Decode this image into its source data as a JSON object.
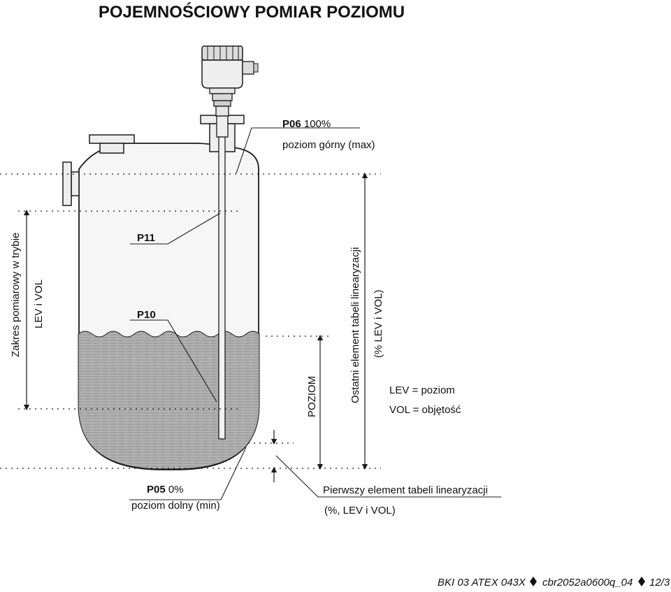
{
  "title": "POJEMNOŚCIOWY POMIAR POZIOMU",
  "labels": {
    "p06_code": "P06",
    "p06_value": "100%",
    "p06_desc": "poziom górny  (max)",
    "p11": "P11",
    "p10": "P10",
    "range_line1": "Zakres pomiarowy w trybie",
    "range_line2": "LEV  i  VOL",
    "poziom": "POZIOM",
    "last_elem_line1": "Ostatni element tabeli linearyzacji",
    "last_elem_line2": "(% LEV i VOL)",
    "lev_def": "LEV = poziom",
    "vol_def": "VOL = objętość",
    "p05_code": "P05",
    "p05_value": "0%",
    "p05_desc": "poziom dolny (min)",
    "first_elem_line1": "Pierwszy element tabeli linearyzacji",
    "first_elem_line2": "(%, LEV i VOL)"
  },
  "footer": {
    "cert": "BKI 03 ATEX 043X",
    "code": "cbr2052a0600q_04",
    "page": "12/3"
  },
  "colors": {
    "liquid": "#a3a3a3",
    "tank_fill": "#ececec",
    "line": "#1a1a1a"
  }
}
